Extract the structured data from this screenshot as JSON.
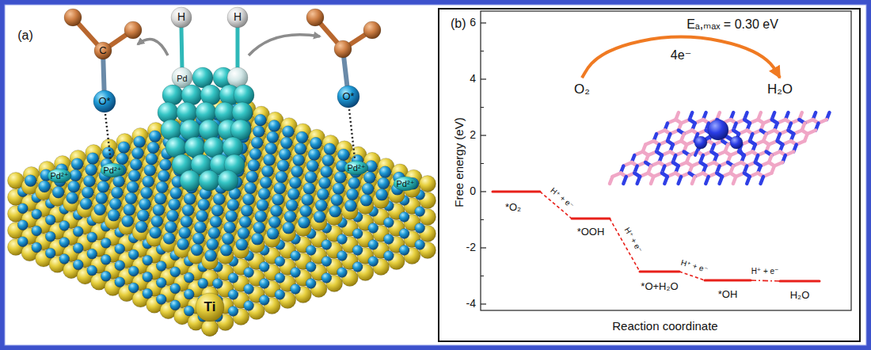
{
  "diagram": {
    "nodes": [
      {
        "text": [
          "(b)"
        ]
      },
      {
        "text": [
          "O₂"
        ],
        "in": 0
      },
      {
        "text": [
          "H₂O"
        ],
        "in": 0
      }
    ],
    "edges": [
      {
        "from": 1,
        "to": 2,
        "arrow": "to",
        "label": "4e⁻"
      }
    ],
    "labels": [
      "(a)",
      "H",
      "H",
      "C",
      "O*",
      "O*",
      "Pd",
      "Pd²⁺",
      "Pd²⁺",
      "Pd²⁺",
      "Pd²⁺",
      "Ti",
      "Eₐ,ₘₐₓ = 0.30 eV",
      "Free energy (eV)",
      "6",
      "4",
      "2",
      "0",
      "-2",
      "-4",
      "*O₂",
      "*OOH",
      "*O+H₂O",
      "*OH",
      "H₂O",
      "H⁺ + e⁻",
      "H⁺ + e⁻",
      "H⁺ + e⁻",
      "H⁺ + e⁻",
      "Reaction coordinate"
    ]
  }
}
